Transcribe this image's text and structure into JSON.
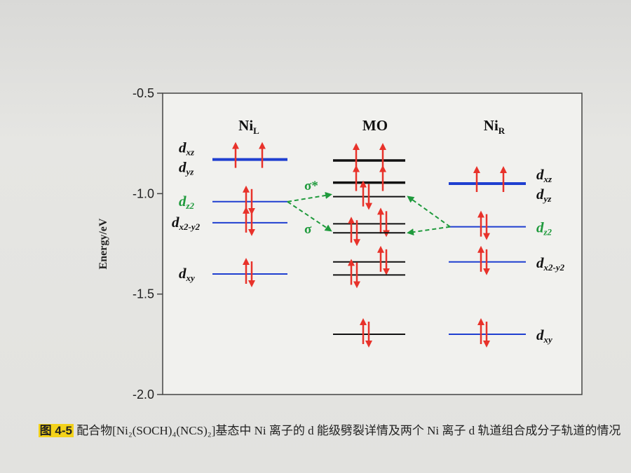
{
  "chart_data": {
    "type": "energy-level diagram",
    "ylabel": "Energy/eV",
    "ylim": [
      -2.0,
      -0.5
    ],
    "yticks": [
      "-0.5",
      "-1.0",
      "-1.5",
      "-2.0"
    ],
    "yticks_values": [
      -0.5,
      -1.0,
      -1.5,
      -2.0
    ],
    "columns": [
      {
        "title": "Ni",
        "sub": "L",
        "levels": [
          {
            "label": "d",
            "lsub": "xz",
            "label2": "d",
            "l2sub": "yz",
            "energy": -0.83,
            "electrons": "up-up",
            "degenerate": true
          },
          {
            "label": "d",
            "lsub": "z2",
            "energy": -1.04,
            "electrons": "pair",
            "highlight": true
          },
          {
            "label": "d",
            "lsub": "x2-y2",
            "energy": -1.145,
            "electrons": "pair"
          },
          {
            "label": "d",
            "lsub": "xy",
            "energy": -1.4,
            "electrons": "pair"
          }
        ]
      },
      {
        "title": "MO",
        "levels": [
          {
            "energy": -0.835,
            "electrons": "up-up"
          },
          {
            "energy": -0.945,
            "electrons": "up-up"
          },
          {
            "energy": -1.015,
            "electrons": "pair",
            "pos": "center"
          },
          {
            "energy": -1.15,
            "electrons": "pair",
            "pos": "right"
          },
          {
            "energy": -1.195,
            "electrons": "pair",
            "pos": "left"
          },
          {
            "energy": -1.34,
            "electrons": "pair",
            "pos": "right"
          },
          {
            "energy": -1.405,
            "electrons": "pair",
            "pos": "left"
          },
          {
            "energy": -1.7,
            "electrons": "pair",
            "pos": "center"
          }
        ]
      },
      {
        "title": "Ni",
        "sub": "R",
        "levels": [
          {
            "label": "d",
            "lsub": "xz",
            "label2": "d",
            "l2sub": "yz",
            "energy": -0.95,
            "electrons": "up-up",
            "degenerate": true
          },
          {
            "label": "d",
            "lsub": "z2",
            "energy": -1.165,
            "electrons": "pair",
            "highlight": true
          },
          {
            "label": "d",
            "lsub": "x2-y2",
            "energy": -1.34,
            "electrons": "pair"
          },
          {
            "label": "d",
            "lsub": "xy",
            "energy": -1.7,
            "electrons": "pair"
          }
        ]
      }
    ],
    "annotations": [
      {
        "text": "σ*",
        "energy": -0.96
      },
      {
        "text": "σ",
        "energy": -1.17
      }
    ],
    "colors": {
      "ni_level": "#1f3fd0",
      "mo_level": "#111111",
      "electron": "#e8322a",
      "highlight": "#1f9a3c"
    }
  },
  "caption": {
    "number": "图 4-5",
    "text": "配合物[Ni₂(SOCH)₄(NCS)₂]基态中 Ni 离子的 d 能级劈裂详情及两个 Ni 离子 d 轨道组合成分子轨道的情况"
  }
}
